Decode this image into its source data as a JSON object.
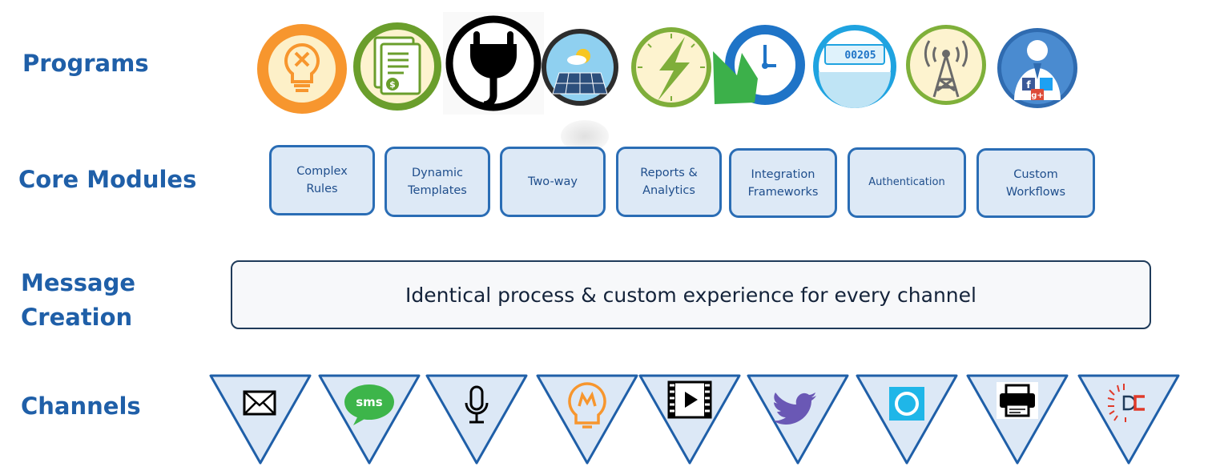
{
  "rows": {
    "programs": "Programs",
    "core_modules": "Core Modules",
    "message_creation": "Message\nCreation",
    "channels": "Channels"
  },
  "programs": [
    {
      "name": "lightbulb-icon",
      "color": "#f7962e"
    },
    {
      "name": "bill-statement-icon",
      "color": "#6a9e2c"
    },
    {
      "name": "power-plug-icon",
      "color": "#000000"
    },
    {
      "name": "solar-panel-icon",
      "color": "#2d2d2d"
    },
    {
      "name": "lightning-bolt-icon",
      "color": "#7fae3a"
    },
    {
      "name": "time-of-use-clock-icon",
      "color": "#1f74c7"
    },
    {
      "name": "meter-icon",
      "color": "#1fa3e0"
    },
    {
      "name": "transmission-tower-icon",
      "color": "#7fb03a"
    },
    {
      "name": "social-user-icon",
      "color": "#2f6bb0"
    }
  ],
  "meter_reading": "00205",
  "core_modules": [
    "Complex\nRules",
    "Dynamic\nTemplates",
    "Two-way",
    "Reports &\nAnalytics",
    "Integration\nFrameworks",
    "Authentication",
    "Custom\nWorkflows"
  ],
  "message_creation_text": "Identical process & custom experience for every channel",
  "channels": [
    {
      "name": "email-icon"
    },
    {
      "name": "sms-icon",
      "label": "sms"
    },
    {
      "name": "microphone-icon"
    },
    {
      "name": "chat-bulb-icon"
    },
    {
      "name": "video-icon"
    },
    {
      "name": "twitter-icon"
    },
    {
      "name": "alexa-icon"
    },
    {
      "name": "printer-icon"
    },
    {
      "name": "digital-display-icon"
    }
  ],
  "colors": {
    "label_blue": "#1f5fa8",
    "module_border": "#2a6db5",
    "module_fill": "#dde9f6",
    "channel_fill": "#dce8f6"
  }
}
